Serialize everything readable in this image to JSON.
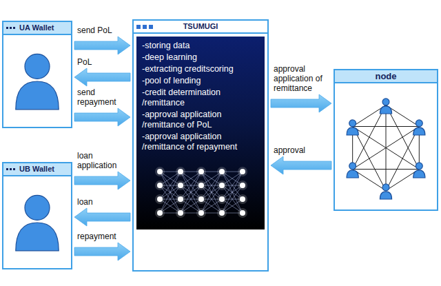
{
  "diagram": {
    "nodes": [
      {
        "text": [
          "UA Wallet"
        ]
      },
      {
        "text": [
          "TSUMUGI",
          "-storing data",
          "-deep learning",
          "-extracting creditscoring",
          "-pool of lending",
          "-credit determination /remittance",
          "-approval application /remittance of PoL",
          "-approval application /remittance of repayment"
        ]
      },
      {
        "text": [
          "node"
        ]
      },
      {
        "text": [
          "UB Wallet"
        ]
      }
    ],
    "edges": [
      {
        "from": 0,
        "to": 1,
        "label": "send PoL",
        "arrow": "to"
      },
      {
        "from": 1,
        "to": 0,
        "label": "PoL",
        "arrow": "to"
      },
      {
        "from": 0,
        "to": 1,
        "label": "send repayment",
        "arrow": "to"
      },
      {
        "from": 1,
        "to": 2,
        "label": "approval application of remittance",
        "arrow": "to"
      },
      {
        "from": 2,
        "to": 1,
        "label": "approval",
        "arrow": "to"
      },
      {
        "from": 3,
        "to": 1,
        "label": "loan application",
        "arrow": "to"
      },
      {
        "from": 1,
        "to": 3,
        "label": "loan",
        "arrow": "to"
      },
      {
        "from": 3,
        "to": 1,
        "label": "repayment",
        "arrow": "to"
      }
    ]
  }
}
